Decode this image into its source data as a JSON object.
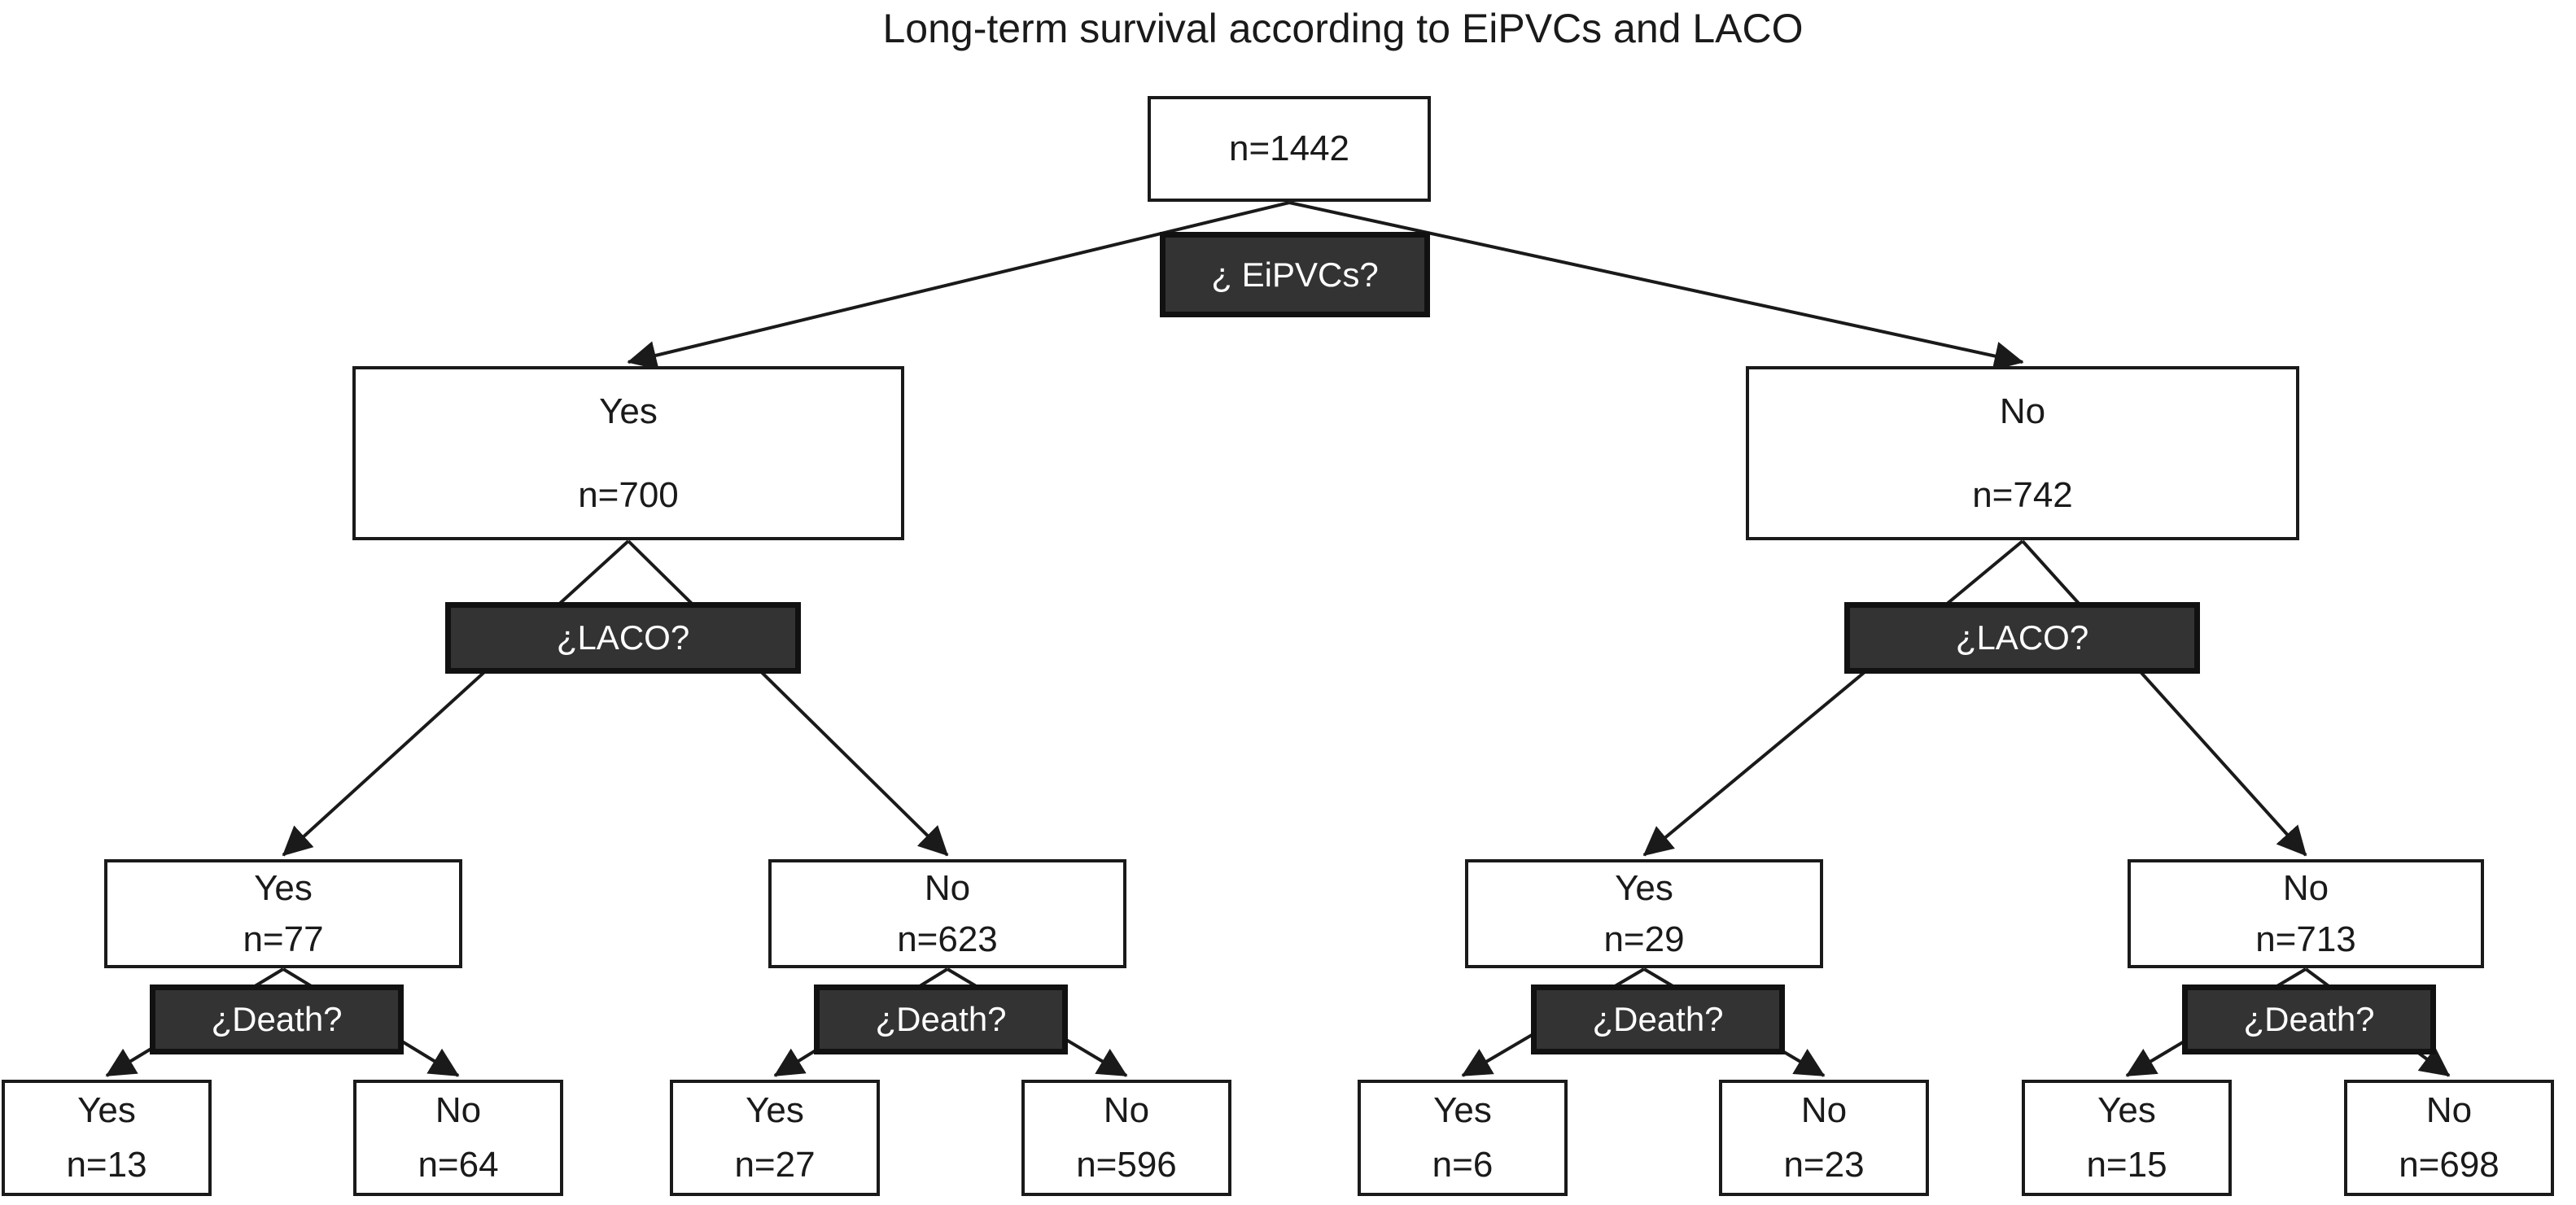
{
  "figure": {
    "title": "Long-term survival according to EiPVCs and LACO"
  },
  "tree": {
    "questions": {
      "eipvcs": "¿ EiPVCs?",
      "laco": "¿LACO?",
      "death": "¿Death?"
    },
    "root": {
      "count": "n=1442"
    },
    "level2": [
      {
        "label": "Yes",
        "count": "n=700"
      },
      {
        "label": "No",
        "count": "n=742"
      }
    ],
    "level3": [
      {
        "label": "Yes",
        "count": "n=77"
      },
      {
        "label": "No",
        "count": "n=623"
      },
      {
        "label": "Yes",
        "count": "n=29"
      },
      {
        "label": "No",
        "count": "n=713"
      }
    ],
    "leaves": [
      {
        "label": "Yes",
        "count": "n=13"
      },
      {
        "label": "No",
        "count": "n=64"
      },
      {
        "label": "Yes",
        "count": "n=27"
      },
      {
        "label": "No",
        "count": "n=596"
      },
      {
        "label": "Yes",
        "count": "n=6"
      },
      {
        "label": "No",
        "count": "n=23"
      },
      {
        "label": "Yes",
        "count": "n=15"
      },
      {
        "label": "No",
        "count": "n=698"
      }
    ]
  },
  "colors": {
    "question_bg": "#333333",
    "question_border": "#111111",
    "question_text": "#ffffff",
    "box_bg": "#ffffff",
    "box_border": "#1a1a1a",
    "line": "#1a1a1a",
    "text": "#1a1a1a"
  }
}
